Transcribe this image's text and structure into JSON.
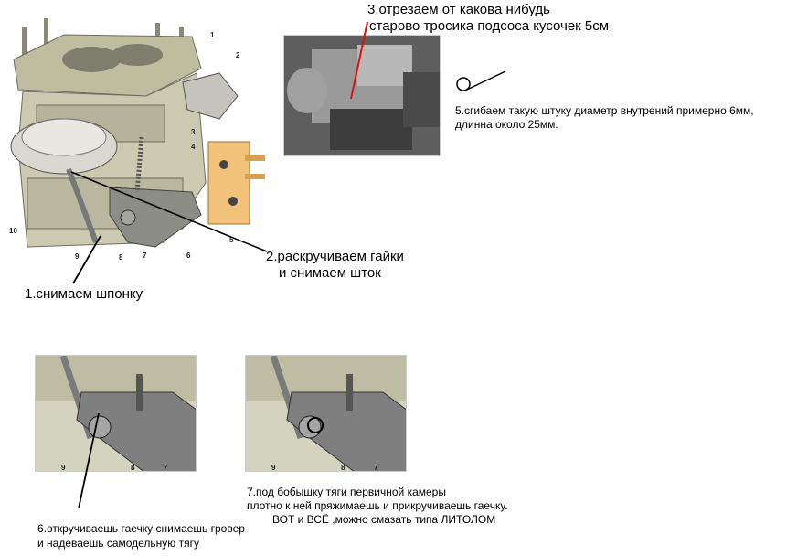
{
  "captions": {
    "step1": "1.снимаем шпонку",
    "step2_line1": "2.раскручиваем гайки",
    "step2_line2": "и снимаем шток",
    "step3_line1": "3.отрезаем от какова нибудь",
    "step3_line2": "старово тросика подсоса кусочек 5см",
    "step5_line1": "5.сгибаем такую штуку диаметр внутрений примерно 6мм,",
    "step5_line2": "длинна около 25мм.",
    "step6_line1": "6.откручиваешь гаечку снимаешь гровер",
    "step6_line2": "и надеваешь самодельную тягу",
    "step7_line1": "7.под бобышку тяги первичной камеры",
    "step7_line2": "плотно к ней пряжимаешь и прикручиваешь гаечку.",
    "step7_line3": "ВОТ и ВСЁ ,можно смазать типа ЛИТОЛОМ"
  },
  "part_numbers": {
    "p1": "1",
    "p2": "2",
    "p3": "3",
    "p4": "4",
    "p5": "5",
    "p6": "6",
    "p7": "7",
    "p8": "8",
    "p9": "9",
    "p10": "10"
  },
  "detail_numbers": {
    "left_a": "9",
    "left_b": "8",
    "left_c": "7",
    "right_a": "9",
    "right_b": "8",
    "right_c": "7"
  },
  "colors": {
    "metal": "#c9c7b3",
    "metal_dark": "#7d7b6c",
    "arrow": "#000000",
    "red_pointer": "#e01010",
    "relay": "#f2c27a"
  }
}
